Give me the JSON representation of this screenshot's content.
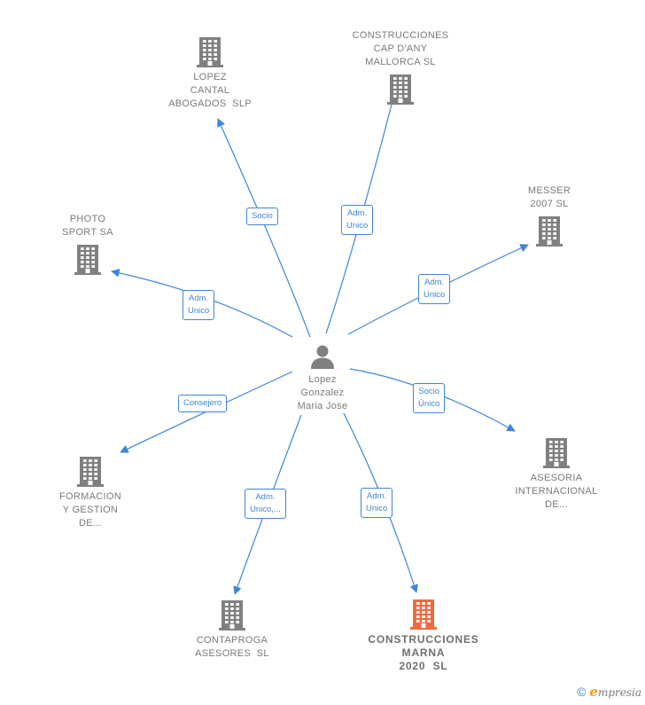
{
  "center": {
    "lines": [
      "Lopez",
      "Gonzalez",
      "Maria Jose"
    ],
    "icon": "person-icon",
    "color": "#808080"
  },
  "colors": {
    "edge": "#3d86d8",
    "company": "#808080",
    "highlight": "#f26a3b"
  },
  "companies": [
    {
      "id": "lopez-cantal",
      "lines": [
        "LOPEZ",
        "CANTAL",
        "ABOGADOS  SLP"
      ],
      "relation": [
        "Socio"
      ],
      "highlight": false
    },
    {
      "id": "construcciones-cap-dany",
      "lines": [
        "CONSTRUCCIONES",
        "CAP D'ANY",
        "MALLORCA SL"
      ],
      "relation": [
        "Adm.",
        "Unico"
      ],
      "highlight": false
    },
    {
      "id": "messer",
      "lines": [
        "MESSER",
        "2007 SL"
      ],
      "relation": [
        "Adm.",
        "Unico"
      ],
      "highlight": false
    },
    {
      "id": "photo-sport",
      "lines": [
        "PHOTO",
        "SPORT SA"
      ],
      "relation": [
        "Adm.",
        "Unico"
      ],
      "highlight": false
    },
    {
      "id": "asesoria-internacional",
      "lines": [
        "ASESORIA",
        "INTERNACIONAL",
        "DE..."
      ],
      "relation": [
        "Socio",
        "Único"
      ],
      "highlight": false
    },
    {
      "id": "formacion-gestion",
      "lines": [
        "FORMACION",
        "Y GESTION",
        "DE..."
      ],
      "relation": [
        "Consejero"
      ],
      "highlight": false
    },
    {
      "id": "contaproga",
      "lines": [
        "CONTAPROGA",
        "ASESORES  SL"
      ],
      "relation": [
        "Adm.",
        "Unico,..."
      ],
      "highlight": false
    },
    {
      "id": "construcciones-marna",
      "lines": [
        "CONSTRUCCIONES",
        "MARNA",
        "2020  SL"
      ],
      "relation": [
        "Adm.",
        "Unico"
      ],
      "highlight": true
    }
  ],
  "footer": {
    "copyright": "©",
    "brand_initial": "e",
    "brand_rest": "mpresia"
  }
}
